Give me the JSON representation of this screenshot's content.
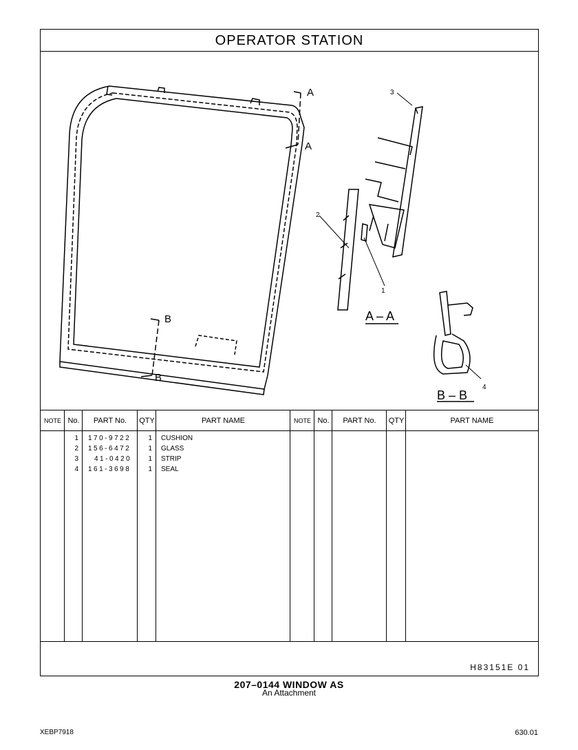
{
  "title": "OPERATOR  STATION",
  "drawing": {
    "labels": {
      "section_a_top": "A",
      "section_a_bottom": "A",
      "section_b_top": "B",
      "section_b_bottom": "B",
      "view_aa": "A – A",
      "view_bb": "B – B",
      "callout_1": "1",
      "callout_2": "2",
      "callout_3": "3",
      "callout_4": "4"
    }
  },
  "table": {
    "headers": [
      "NOTE",
      "No.",
      "PART No.",
      "QTY",
      "PART NAME",
      "NOTE",
      "No.",
      "PART No.",
      "QTY",
      "PART NAME"
    ],
    "rows": [
      {
        "no": "1",
        "part_no": "170-9722",
        "qty": "1",
        "name": "CUSHION"
      },
      {
        "no": "2",
        "part_no": "156-6472",
        "qty": "1",
        "name": "GLASS"
      },
      {
        "no": "3",
        "part_no": "41-0420",
        "qty": "1",
        "name": "STRIP"
      },
      {
        "no": "4",
        "part_no": "161-3698",
        "qty": "1",
        "name": "SEAL"
      }
    ]
  },
  "illustration_code": "H83151E  01",
  "caption": {
    "title": "207–0144  WINDOW  AS",
    "subtitle": "An Attachment"
  },
  "footer": {
    "doc_id": "XEBP7918",
    "page": "630.01"
  }
}
